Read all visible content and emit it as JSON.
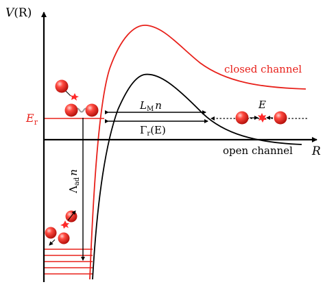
{
  "axes": {
    "y_label_v": "V",
    "y_label_arg": "(R)",
    "x_label": "R"
  },
  "curves": {
    "closed_label": "closed channel",
    "open_label": "open channel"
  },
  "annotations": {
    "resonance_energy_symbol": "E",
    "resonance_energy_sub": "r",
    "lm_symbol": "L",
    "lm_sub": "M",
    "lm_n": "n",
    "gamma_symbol": "Γ",
    "gamma_sub": "r",
    "gamma_arg": "(E)",
    "lambda_symbol": "Λ",
    "lambda_sub": "ad",
    "lambda_n": "n",
    "incoming_energy": "E"
  },
  "colors": {
    "closed_channel": "#e8201a",
    "open_channel": "#000000",
    "atom_fill": "#e8201a",
    "bound_levels": "#e8201a",
    "resonance_line": "#e8201a",
    "collision_star": "#ff2a2a",
    "spring": "#9a9a9a"
  },
  "icons": {
    "atom": "red-sphere-icon",
    "collision": "red-star-icon",
    "bond": "spring-icon"
  }
}
